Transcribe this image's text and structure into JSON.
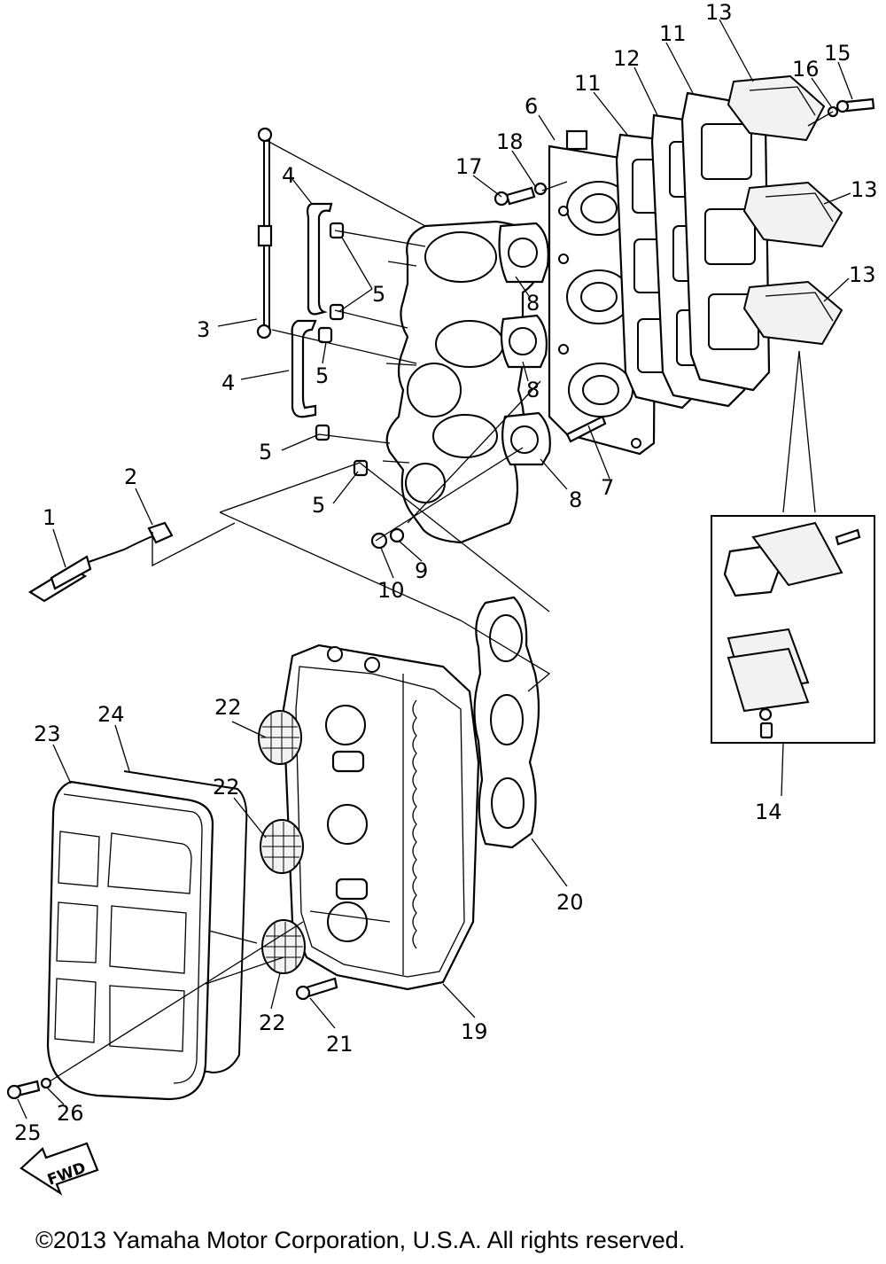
{
  "callouts": [
    {
      "id": "c1",
      "text": "1"
    },
    {
      "id": "c2",
      "text": "2"
    },
    {
      "id": "c3",
      "text": "3"
    },
    {
      "id": "c4a",
      "text": "4"
    },
    {
      "id": "c4b",
      "text": "4"
    },
    {
      "id": "c5a",
      "text": "5"
    },
    {
      "id": "c5b",
      "text": "5"
    },
    {
      "id": "c5c",
      "text": "5"
    },
    {
      "id": "c5d",
      "text": "5"
    },
    {
      "id": "c6",
      "text": "6"
    },
    {
      "id": "c7",
      "text": "7"
    },
    {
      "id": "c8a",
      "text": "8"
    },
    {
      "id": "c8b",
      "text": "8"
    },
    {
      "id": "c8c",
      "text": "8"
    },
    {
      "id": "c9",
      "text": "9"
    },
    {
      "id": "c10",
      "text": "10"
    },
    {
      "id": "c11a",
      "text": "11"
    },
    {
      "id": "c11b",
      "text": "11"
    },
    {
      "id": "c12",
      "text": "12"
    },
    {
      "id": "c13a",
      "text": "13"
    },
    {
      "id": "c13b",
      "text": "13"
    },
    {
      "id": "c13c",
      "text": "13"
    },
    {
      "id": "c14",
      "text": "14"
    },
    {
      "id": "c15",
      "text": "15"
    },
    {
      "id": "c16",
      "text": "16"
    },
    {
      "id": "c17",
      "text": "17"
    },
    {
      "id": "c18",
      "text": "18"
    },
    {
      "id": "c19",
      "text": "19"
    },
    {
      "id": "c20",
      "text": "20"
    },
    {
      "id": "c21",
      "text": "21"
    },
    {
      "id": "c22a",
      "text": "22"
    },
    {
      "id": "c22b",
      "text": "22"
    },
    {
      "id": "c22c",
      "text": "22"
    },
    {
      "id": "c23",
      "text": "23"
    },
    {
      "id": "c24",
      "text": "24"
    },
    {
      "id": "c25",
      "text": "25"
    },
    {
      "id": "c26",
      "text": "26"
    }
  ],
  "fwd_arrow": {
    "text": "FWD",
    "icon": "fwd-arrow-icon"
  },
  "copyright": "©2013 Yamaha Motor Corporation, U.S.A. All rights reserved."
}
